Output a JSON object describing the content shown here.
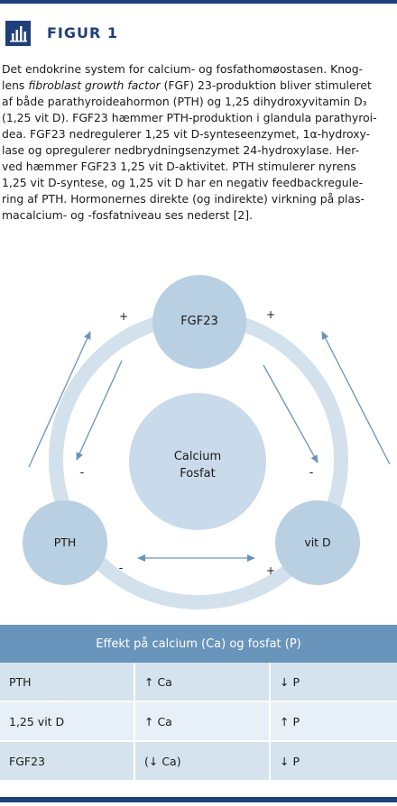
{
  "figure": {
    "label": "FIGUR 1",
    "caption_parts": [
      "Det endokrine system for calcium- og fosfathomøostasen. Knog-\nlens ",
      "fibroblast growth factor",
      " (FGF) 23-produktion bliver stimuleret\naf både parathyroideahormon (PTH) og 1,25 dihydroxyvitamin D₃\n(1,25 vit D). FGF23 hæmmer PTH-produktion i glandula parathyroi-\ndea. FGF23 nedregulerer 1,25 vit D-synteseenzymet, 1α-hydroxy-\nlase og opregulerer nedbrydningsenzymet 24-hydroxylase. Her-\nved hæmmer FGF23 1,25 vit D-aktivitet. PTH stimulerer nyrens\n1,25 vit D-syntese, og 1,25 vit D har en negativ feedbackregule-\nring af PTH. Hormonernes direkte (og indirekte) virkning på plas-\nmacalcium- og -fosfatniveau ses nederst [2]."
    ]
  },
  "diagram": {
    "nodes": {
      "top": "FGF23",
      "left": "PTH",
      "right": "vit D",
      "center_line1": "Calcium",
      "center_line2": "Fosfat"
    },
    "signs": {
      "top_left": "+",
      "top_right": "+",
      "left_inner": "-",
      "right_inner": "-",
      "bottom_left": "-",
      "bottom_right": "+"
    },
    "colors": {
      "node": "#b9cfe2",
      "ring": "#d3e1ed",
      "arrow": "#6994bb"
    }
  },
  "table": {
    "header": "Effekt på calcium (Ca) og fosfat (P)",
    "rows": [
      {
        "hormone": "PTH",
        "ca": "↑ Ca",
        "p": "↓ P"
      },
      {
        "hormone": "1,25 vit D",
        "ca": "↑ Ca",
        "p": "↑ P"
      },
      {
        "hormone": "FGF23",
        "ca": "(↓ Ca)",
        "p": "↓ P"
      }
    ]
  },
  "colors": {
    "brand": "#1f3f7a",
    "table_header": "#6994bb"
  }
}
